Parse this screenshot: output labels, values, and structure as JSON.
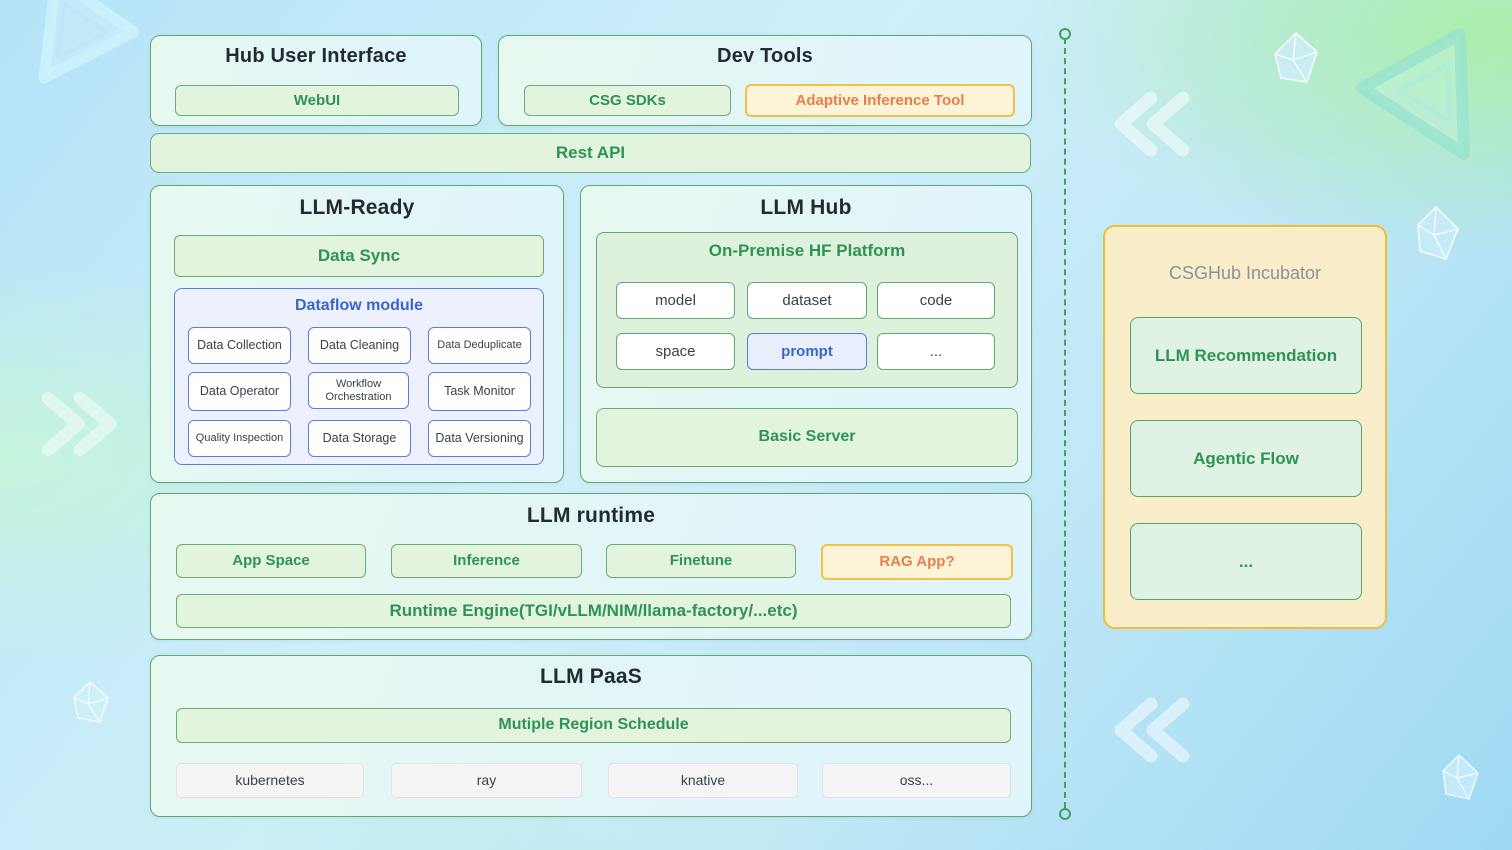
{
  "diagram": {
    "hub_user_interface": {
      "title": "Hub User Interface",
      "webui": "WebUI"
    },
    "dev_tools": {
      "title": "Dev Tools",
      "csg_sdks": "CSG SDKs",
      "adaptive_inference_tool": "Adaptive Inference Tool"
    },
    "rest_api": "Rest API",
    "llm_ready": {
      "title": "LLM-Ready",
      "data_sync": "Data Sync",
      "dataflow": {
        "title": "Dataflow module",
        "cells": [
          "Data Collection",
          "Data Cleaning",
          "Data Deduplicate",
          "Data Operator",
          "Workflow Orchestration",
          "Task Monitor",
          "Quality Inspection",
          "Data Storage",
          "Data Versioning"
        ]
      }
    },
    "llm_hub": {
      "title": "LLM Hub",
      "on_premise": {
        "title": "On-Premise HF Platform",
        "cells": [
          "model",
          "dataset",
          "code",
          "space",
          "prompt",
          "..."
        ]
      },
      "basic_server": "Basic Server"
    },
    "llm_runtime": {
      "title": "LLM runtime",
      "items": [
        "App Space",
        "Inference",
        "Finetune",
        "RAG App?"
      ],
      "runtime_engine": "Runtime Engine(TGI/vLLM/NIM/llama-factory/...etc)"
    },
    "llm_paas": {
      "title": "LLM PaaS",
      "schedule": "Mutiple Region Schedule",
      "infra": [
        "kubernetes",
        "ray",
        "knative",
        "oss..."
      ]
    },
    "incubator": {
      "title": "CSGHub Incubator",
      "items": [
        "LLM Recommendation",
        "Agentic Flow",
        "..."
      ]
    }
  },
  "colors": {
    "accent_green": "#2f9356",
    "border_green": "#63a873",
    "accent_blue": "#3a66cc",
    "border_blue": "#5b7fd9",
    "accent_orange": "#e5804e",
    "border_yellow": "#f0c24a",
    "incubator_fill": "#faeeca",
    "gray_title": "#8b919c",
    "dashed_line": "#4a9c62",
    "title_dark": "#232a33"
  }
}
